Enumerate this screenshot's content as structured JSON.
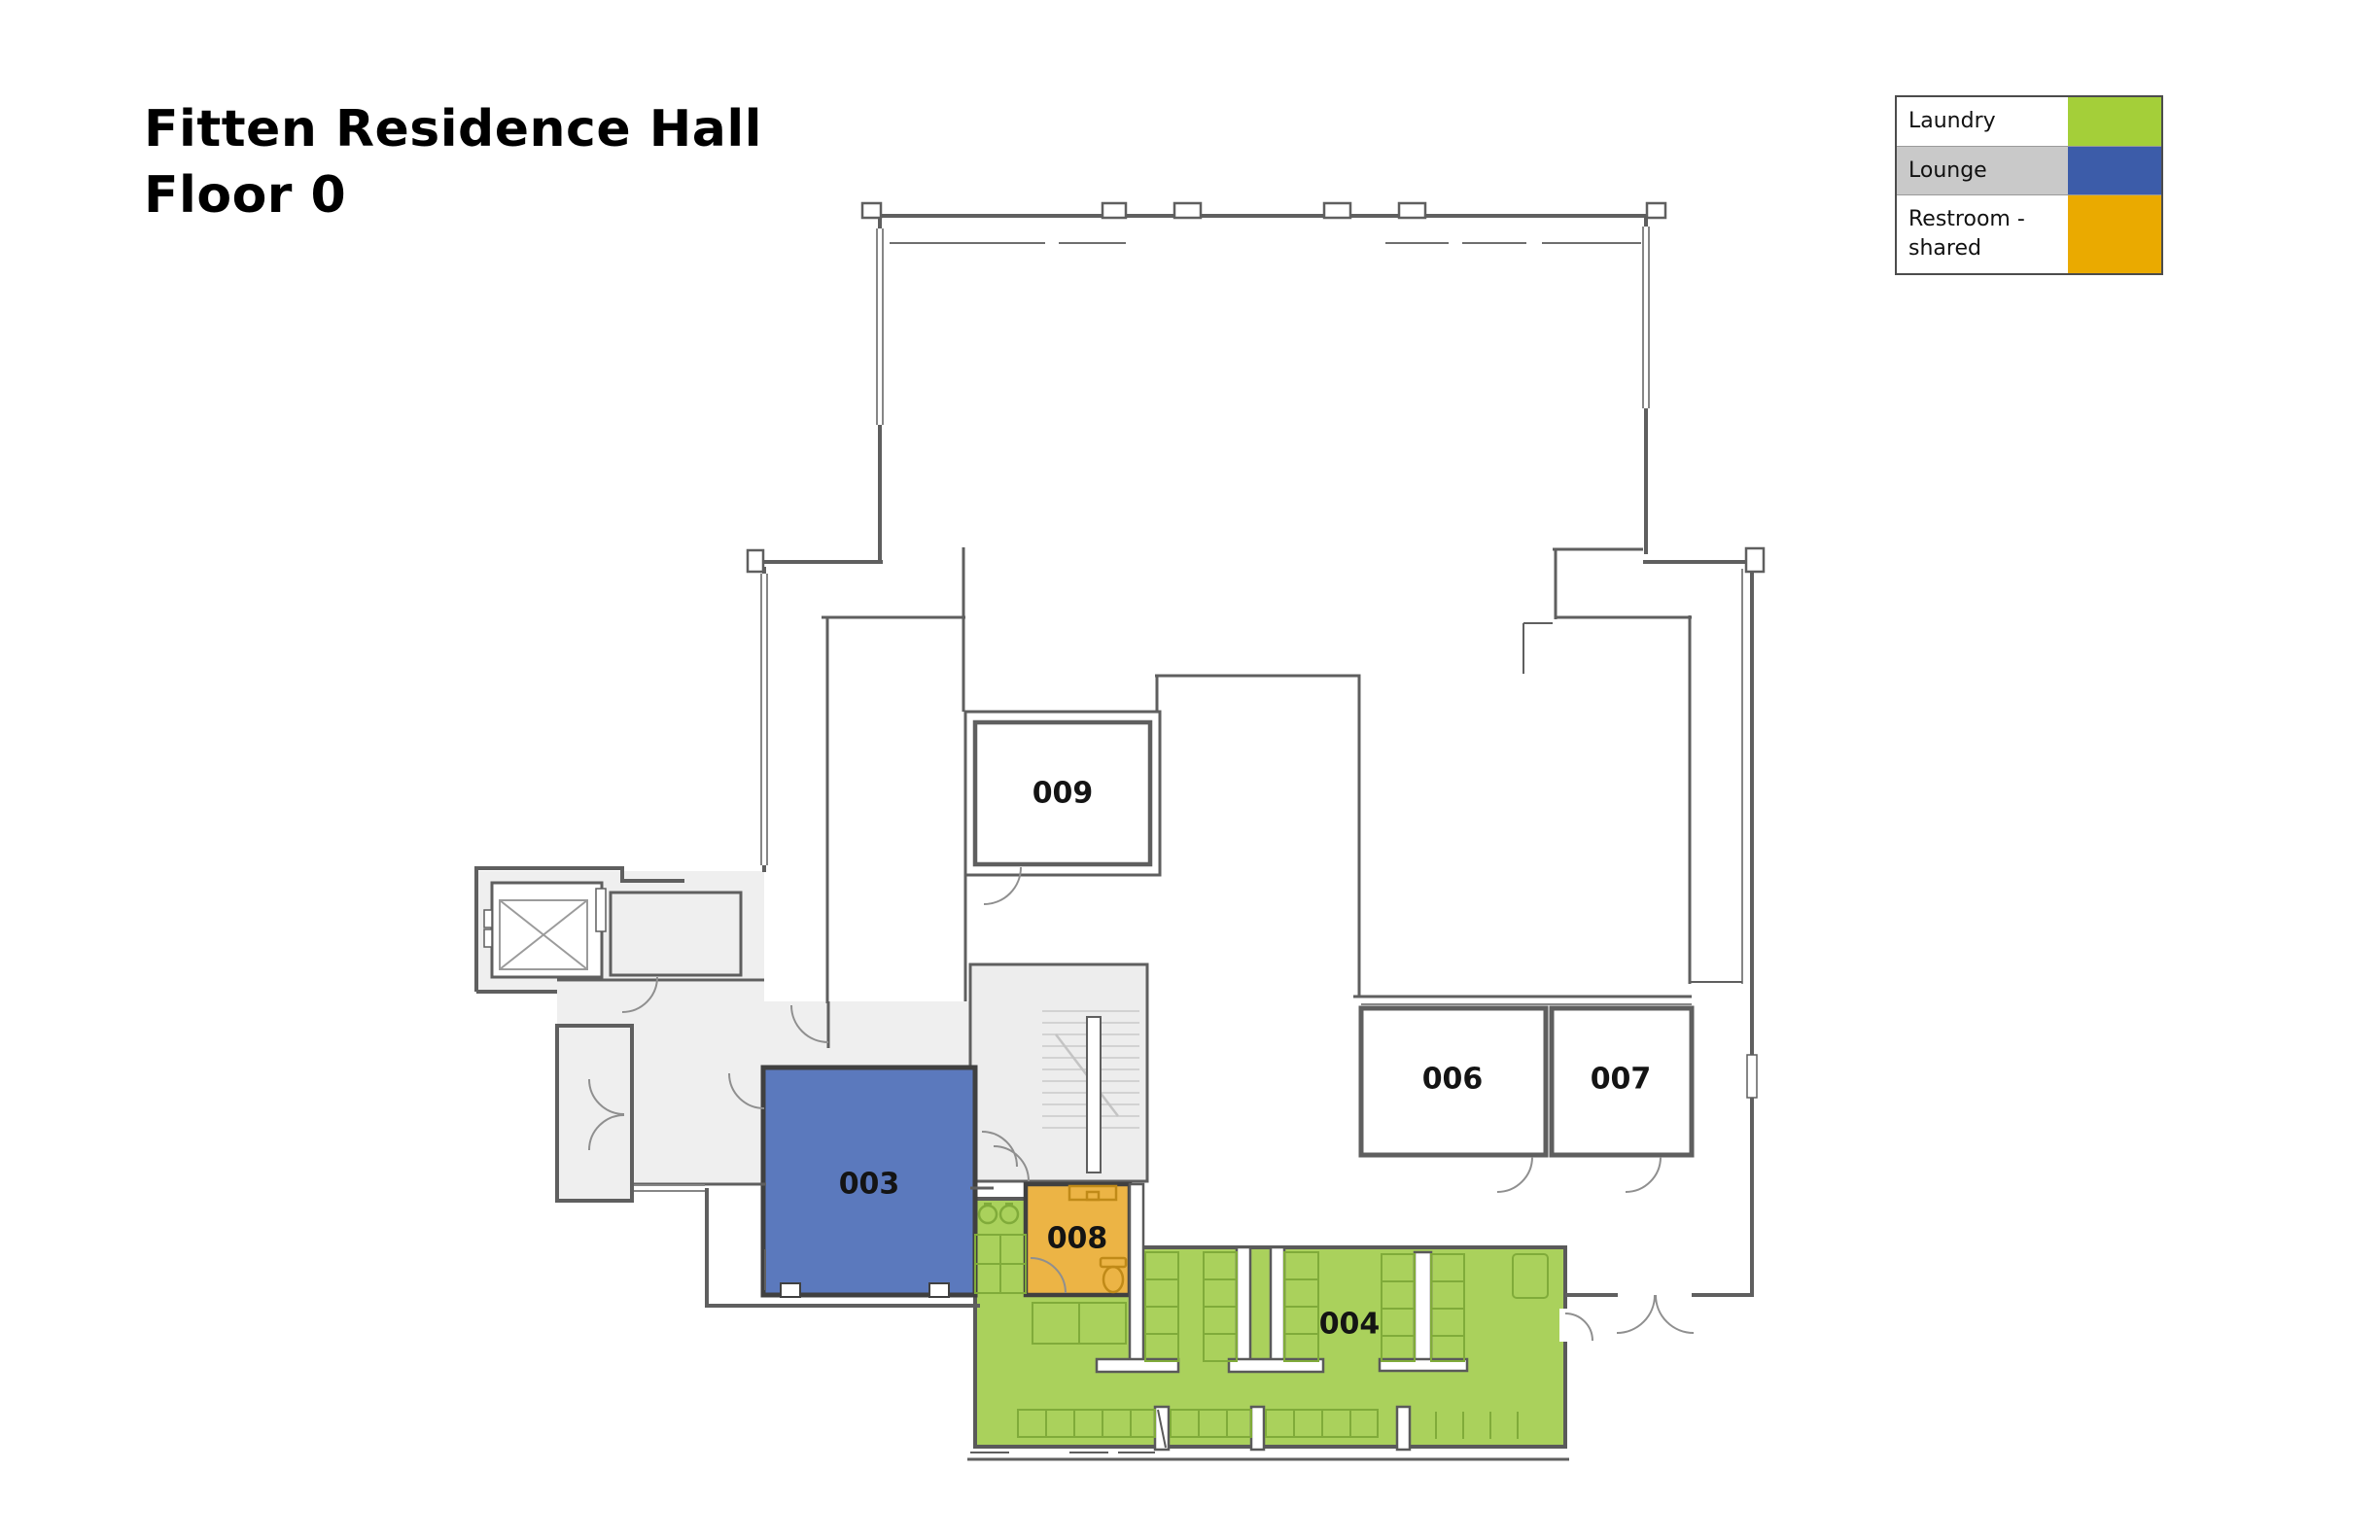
{
  "title": {
    "line1": "Fitten Residence Hall",
    "line2": "Floor 0"
  },
  "legend": {
    "items": [
      {
        "label": "Laundry",
        "color": "#a4cf39"
      },
      {
        "label": "Lounge",
        "color": "#3c5ca9"
      },
      {
        "label": "Restroom - shared",
        "color": "#eaaa00"
      }
    ]
  },
  "rooms": [
    {
      "label": "003",
      "type": "Lounge",
      "color": "#5b79bd"
    },
    {
      "label": "004",
      "type": "Laundry",
      "color": "#aad15c"
    },
    {
      "label": "006",
      "type": "Room",
      "color": "#ffffff"
    },
    {
      "label": "007",
      "type": "Room",
      "color": "#ffffff"
    },
    {
      "label": "008",
      "type": "Restroom - shared",
      "color": "#ecb445"
    },
    {
      "label": "009",
      "type": "Room",
      "color": "#ffffff"
    }
  ],
  "palette": {
    "wall": "#5f5f5f",
    "corridor": "#efefef",
    "door": "#8f8f8f",
    "stair_tread": "#d2d2d2",
    "laundry_fixture": "#80ab3a",
    "restroom_fixture": "#c08a18"
  }
}
